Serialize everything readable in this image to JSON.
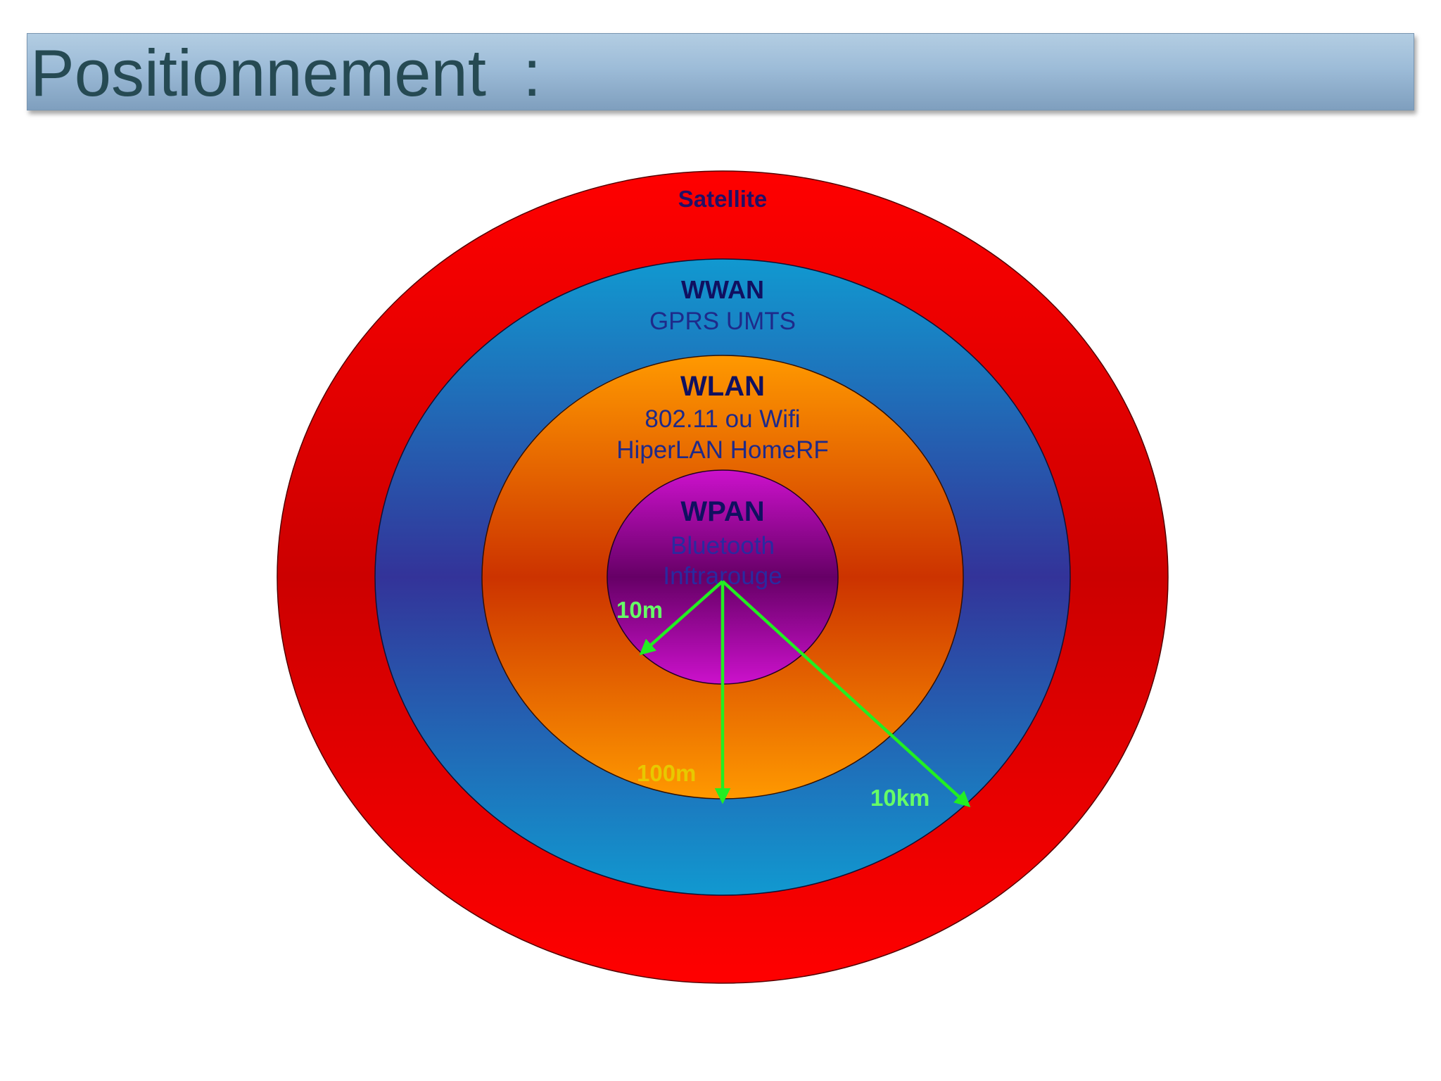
{
  "slide": {
    "title": "Positionnement  :"
  },
  "rings": [
    {
      "name": "satellite",
      "label": "Satellite",
      "detail": [],
      "color": "#ff0000"
    },
    {
      "name": "wwan",
      "label": "WWAN",
      "detail": [
        "GPRS UMTS"
      ],
      "color": "#1196cc"
    },
    {
      "name": "wlan",
      "label": "WLAN",
      "detail": [
        "802.11 ou Wifi",
        "HiperLAN HomeRF"
      ],
      "color": "#ff9900"
    },
    {
      "name": "wpan",
      "label": "WPAN",
      "detail": [
        "Bluetooth",
        "Inftrarouge"
      ],
      "color": "#cc11cc"
    }
  ],
  "ranges": [
    {
      "label": "10m"
    },
    {
      "label": "100m"
    },
    {
      "label": "10km"
    }
  ],
  "colors": {
    "arrow": "#22ee22",
    "range_label": "#66ff66",
    "ring_title": "#101060",
    "ring_detail": "#1e2a8a"
  }
}
